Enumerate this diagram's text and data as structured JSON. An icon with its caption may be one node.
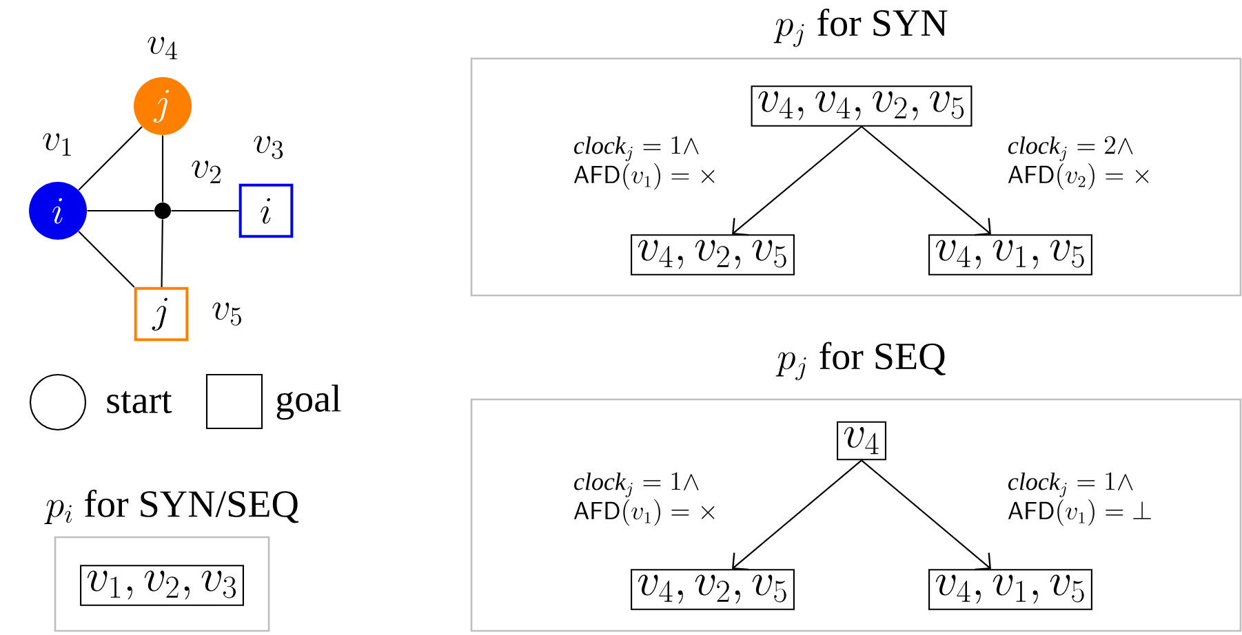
{
  "diagram": {
    "nodes": [
      {
        "text": [
          "i"
        ],
        "beside": [
          "v_1"
        ]
      },
      {
        "text": [
          "j"
        ],
        "beside": [
          "v_4"
        ]
      },
      {
        "text": [],
        "shape": "circle",
        "beside": [
          "v_2"
        ]
      },
      {
        "text": [
          "i"
        ],
        "beside": [
          "v_3"
        ]
      },
      {
        "text": [
          "j"
        ],
        "beside": [
          "v_5"
        ]
      },
      {
        "text": [
          "p_j \\text{ for SYN}"
        ]
      },
      {
        "text": [
          "v_4, v_4, v_2, v_5"
        ],
        "in": 5
      },
      {
        "text": [
          "v_4, v_2, v_5"
        ],
        "in": 5
      },
      {
        "text": [
          "v_4, v_1, v_5"
        ],
        "in": 5
      },
      {
        "text": [
          "p_j \\text{ for SEQ}"
        ]
      },
      {
        "text": [
          "v_4"
        ],
        "in": 9
      },
      {
        "text": [
          "v_4, v_2, v_5"
        ],
        "in": 9
      },
      {
        "text": [
          "v_4, v_1, v_5"
        ],
        "in": 9
      },
      {
        "text": [
          "p_i \\text{ for SYN/SEQ}"
        ]
      },
      {
        "text": [
          "v_1, v_2, v_3"
        ],
        "in": 13
      }
    ],
    "edges": [
      {
        "from": 0,
        "to": 1,
        "arrow": "none"
      },
      {
        "from": 0,
        "to": 2,
        "arrow": "none"
      },
      {
        "from": 0,
        "to": 4,
        "arrow": "none"
      },
      {
        "from": 1,
        "to": 2,
        "arrow": "none"
      },
      {
        "from": 2,
        "to": 3,
        "arrow": "none"
      },
      {
        "from": 2,
        "to": 4,
        "arrow": "none"
      },
      {
        "from": 6,
        "to": 7,
        "arrow": "to",
        "label": "\\begin{array}{l}\\mathit{clock}_j = 1 \\wedge \\\\ \\mathsf{AFD}(v_1) = \\times\\end{array}"
      },
      {
        "from": 6,
        "to": 8,
        "arrow": "to",
        "label": "\\begin{array}{l}\\mathit{clock}_j = 2 \\wedge \\\\ \\mathsf{AFD}(v_2) = \\times\\end{array}"
      },
      {
        "from": 10,
        "to": 11,
        "arrow": "to",
        "label": "\\begin{array}{l}\\mathit{clock}_j = 1 \\wedge \\\\ \\mathsf{AFD}(v_1) = \\times\\end{array}"
      },
      {
        "from": 10,
        "to": 12,
        "arrow": "to",
        "label": "\\begin{array}{l}\\mathit{clock}_j = 1 \\wedge \\\\ \\mathsf{AFD}(v_1) = \\bot\\end{array}"
      }
    ],
    "legend": [
      {
        "text": "start"
      },
      {
        "text": "goal"
      }
    ]
  }
}
